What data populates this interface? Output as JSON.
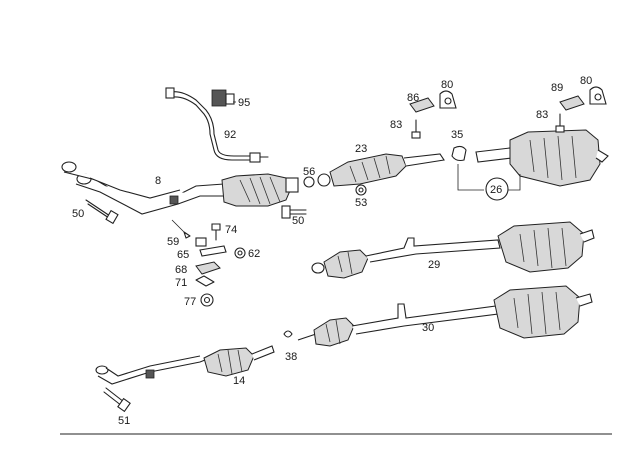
{
  "labels": {
    "p95": "95",
    "p92": "92",
    "p8": "8",
    "p50a": "50",
    "p50b": "50",
    "p56": "56",
    "p23": "23",
    "p53": "53",
    "p86": "86",
    "p80a": "80",
    "p83a": "83",
    "p35": "35",
    "p26": "26",
    "p89": "89",
    "p80b": "80",
    "p83b": "83",
    "p59": "59",
    "p74": "74",
    "p65": "65",
    "p62": "62",
    "p68": "68",
    "p71": "71",
    "p77": "77",
    "p29": "29",
    "p30": "30",
    "p38": "38",
    "p14": "14",
    "p51": "51"
  }
}
